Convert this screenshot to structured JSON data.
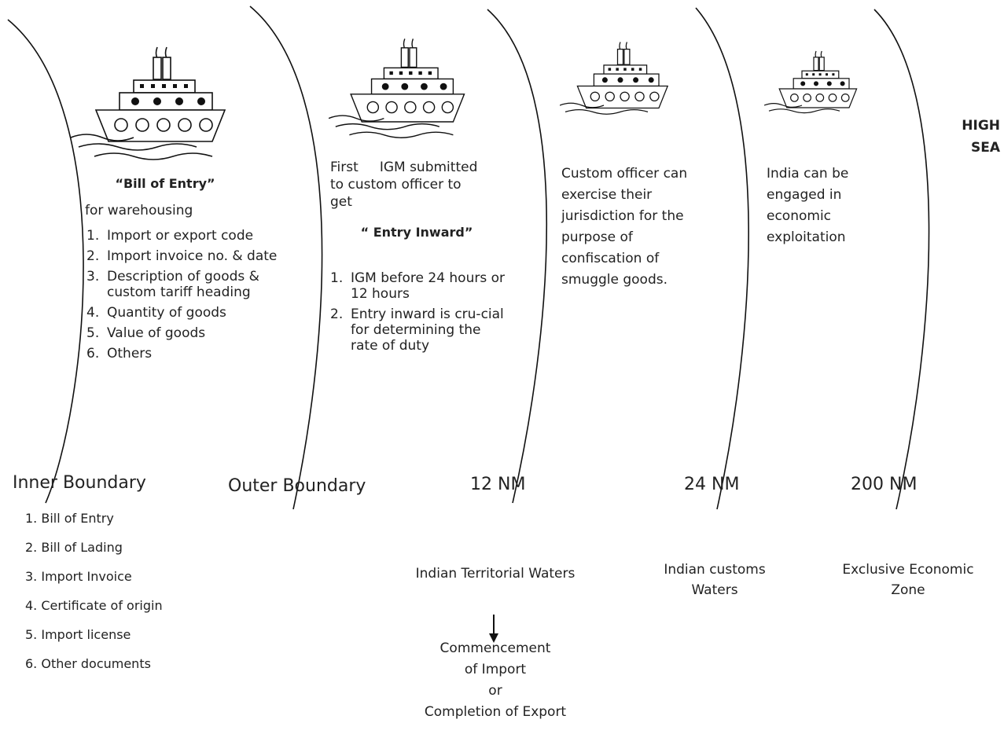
{
  "zone1": {
    "title": "“Bill of Entry”",
    "subtitle": "for warehousing",
    "items": [
      {
        "n": "1.",
        "text": "Import or export code"
      },
      {
        "n": "2.",
        "text": "Import invoice no. & date"
      },
      {
        "n": "3.",
        "text": "Description of goods & custom tariff heading"
      },
      {
        "n": "4.",
        "text": "Quantity of goods"
      },
      {
        "n": "5.",
        "text": "Value of goods"
      },
      {
        "n": "6.",
        "text": "Others"
      }
    ]
  },
  "zone2": {
    "intro_first": "First",
    "intro_rest": "IGM submitted",
    "intro_line2": "to custom officer to",
    "intro_line3": "get",
    "title": "“ Entry Inward”",
    "items": [
      {
        "n": "1.",
        "text": "IGM before 24 hours or 12 hours"
      },
      {
        "n": "2.",
        "text": "Entry inward is cru-cial for determining the rate of duty"
      }
    ]
  },
  "zone3": {
    "text": "Custom officer can exercise their jurisdiction for the purpose of confiscation of smuggle goods."
  },
  "zone4": {
    "text": "India can be engaged in economic exploitation"
  },
  "high_sea": {
    "line1": "HIGH",
    "line2": "SEA"
  },
  "boundaries": {
    "inner": "Inner Boundary",
    "outer": "Outer Boundary",
    "nm12": "12 NM",
    "nm24": "24 NM",
    "nm200": "200 NM"
  },
  "documents": [
    "1. Bill of Entry",
    "2. Bill of Lading",
    "3. Import Invoice",
    "4. Certificate of origin",
    "5. Import license",
    "6. Other documents"
  ],
  "territorial": {
    "label": "Indian Territorial Waters",
    "line1": "Commencement",
    "line2": "of Import",
    "line3": "or",
    "line4": "Completion of Export"
  },
  "customs_waters": {
    "line1": "Indian customs",
    "line2": "Waters"
  },
  "eez": {
    "line1": "Exclusive Economic",
    "line2": "Zone"
  }
}
